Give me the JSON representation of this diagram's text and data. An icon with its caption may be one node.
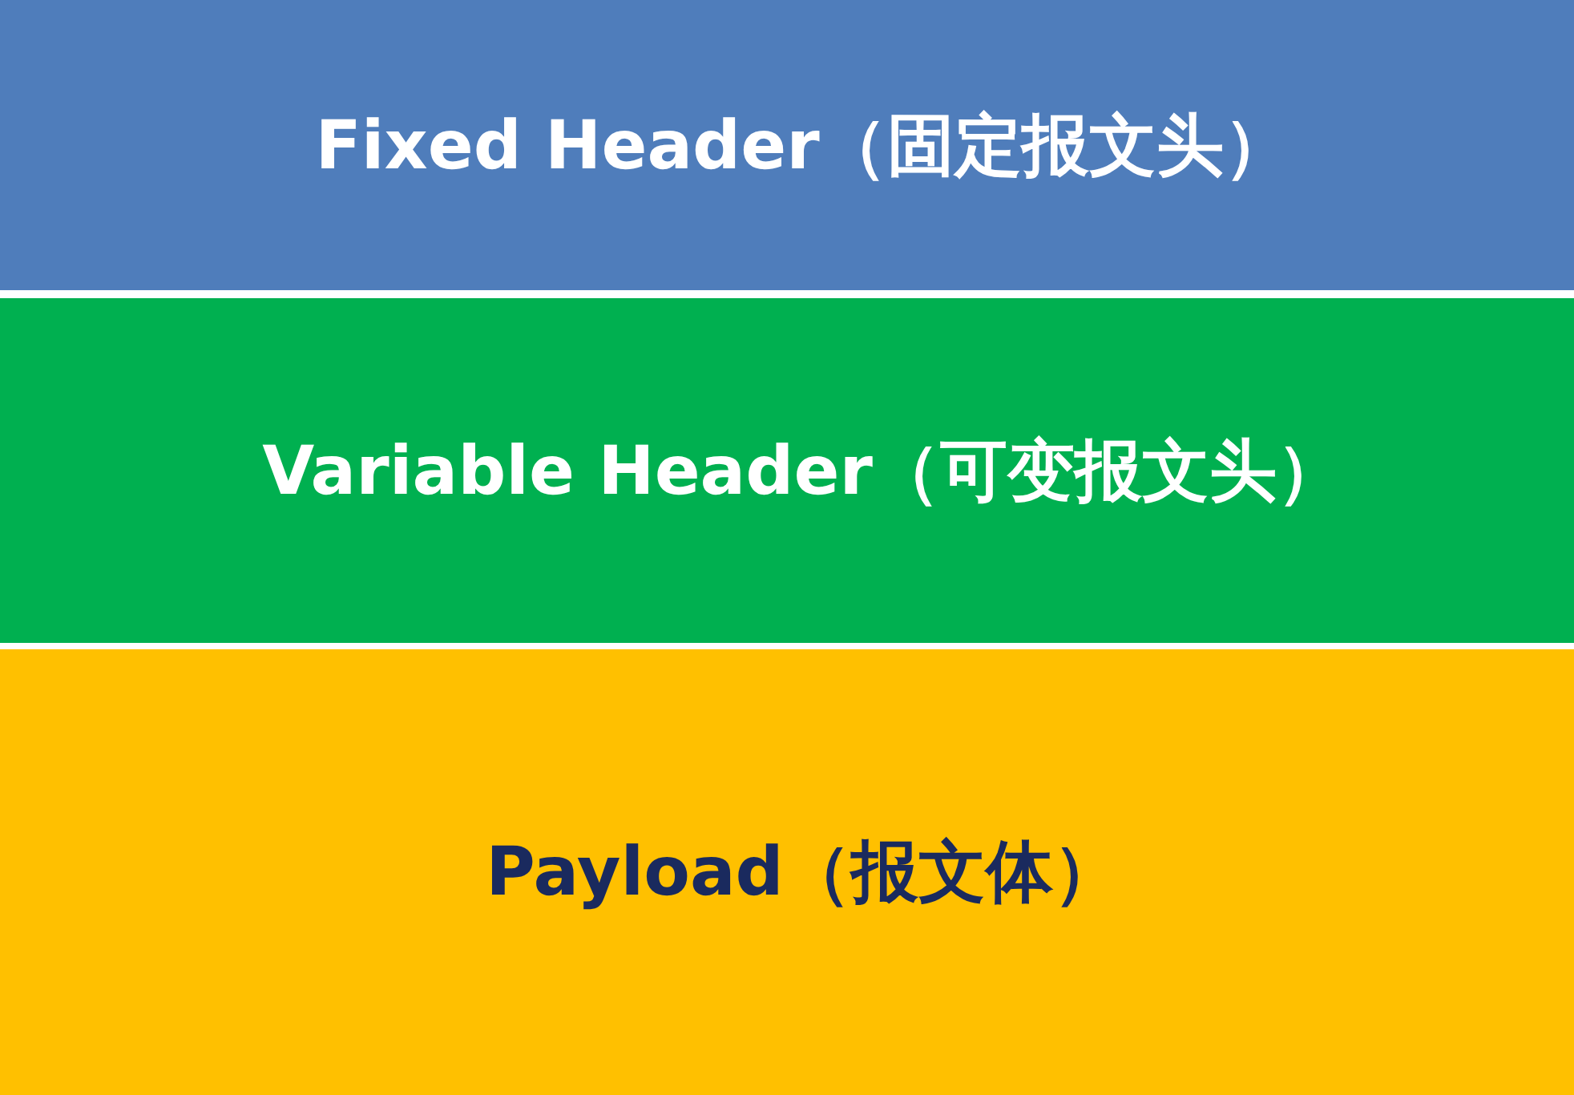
{
  "diagram": {
    "nodes": [
      {
        "text": [
          "Fixed Header（固定报文头）"
        ]
      },
      {
        "text": [
          "Variable Header（可变报文头）"
        ]
      },
      {
        "text": [
          "Payload（报文体）"
        ]
      }
    ]
  }
}
